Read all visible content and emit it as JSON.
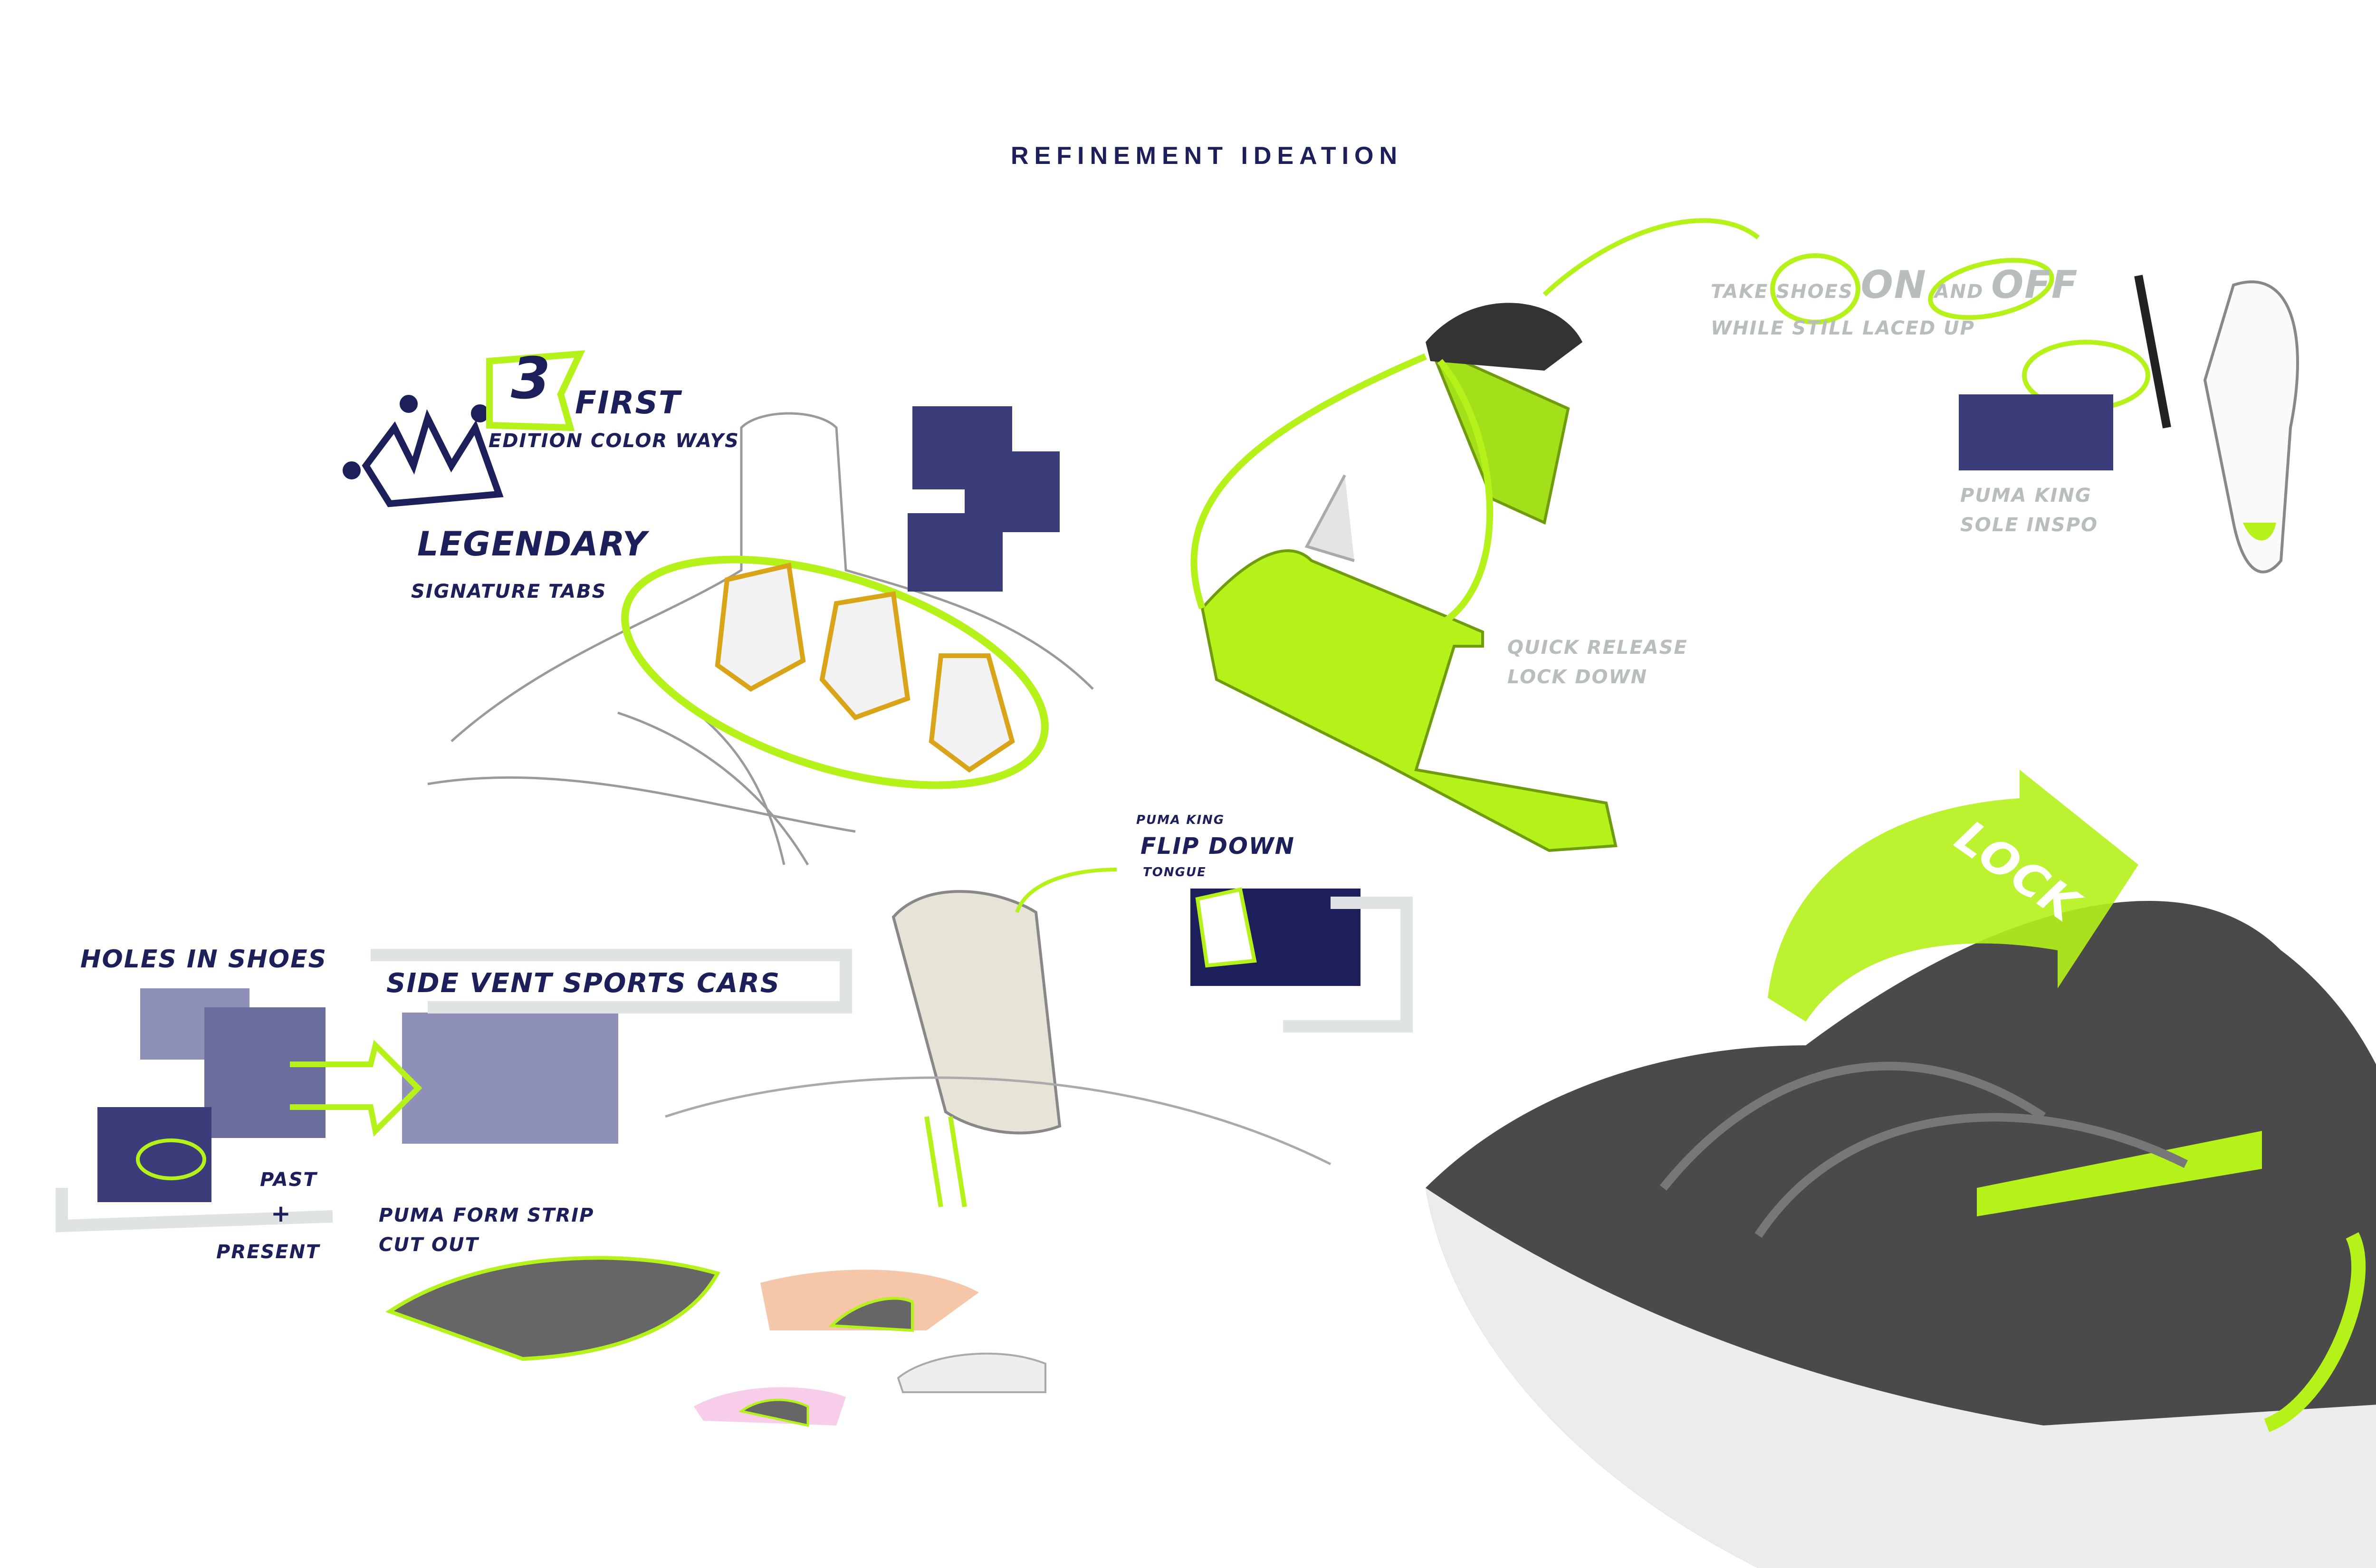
{
  "title": "REFINEMENT IDEATION",
  "colors": {
    "accent": "#b5f21a",
    "navy": "#1d1f5a",
    "grey_text": "#b8bdbd",
    "sketch": "#8a8a8a"
  },
  "signature": {
    "number": "3",
    "first": "FIRST",
    "edition": "EDITION COLOR WAYS",
    "legendary": "LEGENDARY",
    "tabs": "SIGNATURE TABS"
  },
  "take_shoes": {
    "line1_a": "TAKE SHOES",
    "on": "ON",
    "and": "AND",
    "off": "OFF",
    "line2": "WHILE STILL LACED UP"
  },
  "sole": {
    "line1": "PUMA KING",
    "line2": "SOLE INSPO"
  },
  "quick_release": {
    "line1": "QUICK RELEASE",
    "line2": "LOCK DOWN"
  },
  "lock_label": "LOCK",
  "holes": "HOLES IN SHOES",
  "side_vent": "SIDE VENT SPORTS CARS",
  "past": "PAST",
  "plus": "+",
  "present": "PRESENT",
  "form_strip": {
    "line1": "PUMA FORM STRIP",
    "line2": "CUT OUT"
  },
  "flip": {
    "line1": "PUMA KING",
    "line2": "FLIP DOWN",
    "line3": "TONGUE"
  }
}
